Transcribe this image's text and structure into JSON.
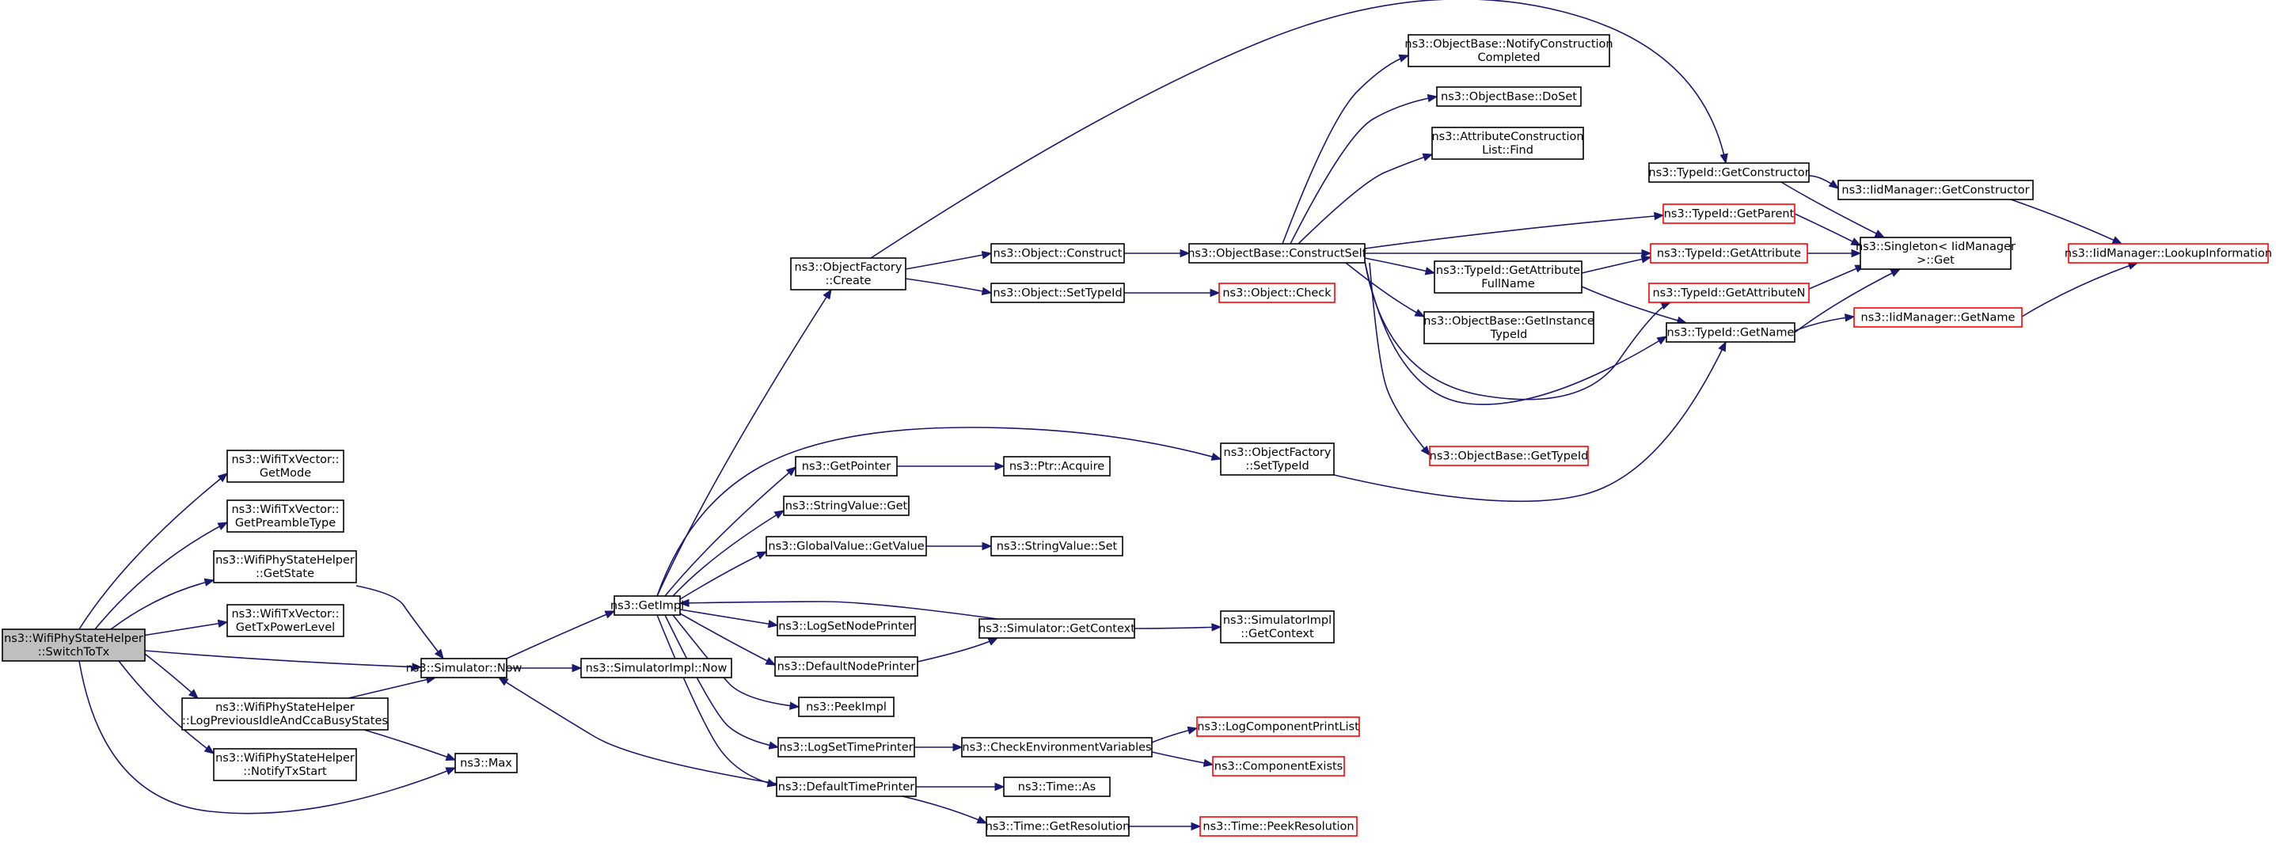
{
  "graph": {
    "nodes": [
      {
        "id": "switch",
        "lines": [
          "ns3::WifiPhyStateHelper",
          "::SwitchToTx"
        ],
        "style": "root"
      },
      {
        "id": "getmode",
        "lines": [
          "ns3::WifiTxVector::",
          "GetMode"
        ],
        "style": "normal"
      },
      {
        "id": "getpreamble",
        "lines": [
          "ns3::WifiTxVector::",
          "GetPreambleType"
        ],
        "style": "normal"
      },
      {
        "id": "getstate",
        "lines": [
          "ns3::WifiPhyStateHelper",
          "::GetState"
        ],
        "style": "normal"
      },
      {
        "id": "gettxpower",
        "lines": [
          "ns3::WifiTxVector::",
          "GetTxPowerLevel"
        ],
        "style": "normal"
      },
      {
        "id": "logprev",
        "lines": [
          "ns3::WifiPhyStateHelper",
          "::LogPreviousIdleAndCcaBusyStates"
        ],
        "style": "normal"
      },
      {
        "id": "notifytx",
        "lines": [
          "ns3::WifiPhyStateHelper",
          "::NotifyTxStart"
        ],
        "style": "normal"
      },
      {
        "id": "simnow",
        "lines": [
          "ns3::Simulator::Now"
        ],
        "style": "normal"
      },
      {
        "id": "max",
        "lines": [
          "ns3::Max"
        ],
        "style": "normal"
      },
      {
        "id": "getimpl",
        "lines": [
          "ns3::GetImpl"
        ],
        "style": "normal"
      },
      {
        "id": "simimplnow",
        "lines": [
          "ns3::SimulatorImpl::Now"
        ],
        "style": "normal"
      },
      {
        "id": "ofcreate",
        "lines": [
          "ns3::ObjectFactory",
          "::Create"
        ],
        "style": "normal"
      },
      {
        "id": "getpointer",
        "lines": [
          "ns3::GetPointer"
        ],
        "style": "normal"
      },
      {
        "id": "strget",
        "lines": [
          "ns3::StringValue::Get"
        ],
        "style": "normal"
      },
      {
        "id": "gvget",
        "lines": [
          "ns3::GlobalValue::GetValue"
        ],
        "style": "normal"
      },
      {
        "id": "logsetnode",
        "lines": [
          "ns3::LogSetNodePrinter"
        ],
        "style": "normal"
      },
      {
        "id": "defnode",
        "lines": [
          "ns3::DefaultNodePrinter"
        ],
        "style": "normal"
      },
      {
        "id": "peekimpl",
        "lines": [
          "ns3::PeekImpl"
        ],
        "style": "normal"
      },
      {
        "id": "logsettime",
        "lines": [
          "ns3::LogSetTimePrinter"
        ],
        "style": "normal"
      },
      {
        "id": "deftime",
        "lines": [
          "ns3::DefaultTimePrinter"
        ],
        "style": "normal"
      },
      {
        "id": "objconstruct",
        "lines": [
          "ns3::Object::Construct"
        ],
        "style": "normal"
      },
      {
        "id": "objsettypeid",
        "lines": [
          "ns3::Object::SetTypeId"
        ],
        "style": "normal"
      },
      {
        "id": "ptracquire",
        "lines": [
          "ns3::Ptr::Acquire"
        ],
        "style": "normal"
      },
      {
        "id": "strset",
        "lines": [
          "ns3::StringValue::Set"
        ],
        "style": "normal"
      },
      {
        "id": "simgetctx",
        "lines": [
          "ns3::Simulator::GetContext"
        ],
        "style": "normal"
      },
      {
        "id": "checkenv",
        "lines": [
          "ns3::CheckEnvironmentVariables"
        ],
        "style": "normal"
      },
      {
        "id": "timeas",
        "lines": [
          "ns3::Time::As"
        ],
        "style": "normal"
      },
      {
        "id": "timegetres",
        "lines": [
          "ns3::Time::GetResolution"
        ],
        "style": "normal"
      },
      {
        "id": "constructself",
        "lines": [
          "ns3::ObjectBase::ConstructSelf"
        ],
        "style": "normal"
      },
      {
        "id": "objcheck",
        "lines": [
          "ns3::Object::Check"
        ],
        "style": "red"
      },
      {
        "id": "ofsettypeid",
        "lines": [
          "ns3::ObjectFactory",
          "::SetTypeId"
        ],
        "style": "normal"
      },
      {
        "id": "simimplctx",
        "lines": [
          "ns3::SimulatorImpl",
          "::GetContext"
        ],
        "style": "normal"
      },
      {
        "id": "logcompprint",
        "lines": [
          "ns3::LogComponentPrintList"
        ],
        "style": "red"
      },
      {
        "id": "compexists",
        "lines": [
          "ns3::ComponentExists"
        ],
        "style": "red"
      },
      {
        "id": "peekres",
        "lines": [
          "ns3::Time::PeekResolution"
        ],
        "style": "red"
      },
      {
        "id": "notifyconst",
        "lines": [
          "ns3::ObjectBase::NotifyConstruction",
          "Completed"
        ],
        "style": "normal"
      },
      {
        "id": "doset",
        "lines": [
          "ns3::ObjectBase::DoSet"
        ],
        "style": "normal"
      },
      {
        "id": "attrfind",
        "lines": [
          "ns3::AttributeConstruction",
          "List::Find"
        ],
        "style": "normal"
      },
      {
        "id": "getattrfull",
        "lines": [
          "ns3::TypeId::GetAttribute",
          "FullName"
        ],
        "style": "normal"
      },
      {
        "id": "getinstance",
        "lines": [
          "ns3::ObjectBase::GetInstance",
          "TypeId"
        ],
        "style": "normal"
      },
      {
        "id": "obgettypeid",
        "lines": [
          "ns3::ObjectBase::GetTypeId"
        ],
        "style": "red"
      },
      {
        "id": "getconstructor",
        "lines": [
          "ns3::TypeId::GetConstructor"
        ],
        "style": "normal"
      },
      {
        "id": "getparent",
        "lines": [
          "ns3::TypeId::GetParent"
        ],
        "style": "red"
      },
      {
        "id": "getattribute",
        "lines": [
          "ns3::TypeId::GetAttribute"
        ],
        "style": "red"
      },
      {
        "id": "getattributen",
        "lines": [
          "ns3::TypeId::GetAttributeN"
        ],
        "style": "red"
      },
      {
        "id": "getname",
        "lines": [
          "ns3::TypeId::GetName"
        ],
        "style": "normal"
      },
      {
        "id": "iidgetctor",
        "lines": [
          "ns3::IidManager::GetConstructor"
        ],
        "style": "normal"
      },
      {
        "id": "singleton",
        "lines": [
          "ns3::Singleton< IidManager",
          ">::Get"
        ],
        "style": "normal"
      },
      {
        "id": "iidgetname",
        "lines": [
          "ns3::IidManager::GetName"
        ],
        "style": "red"
      },
      {
        "id": "lookup",
        "lines": [
          "ns3::IidManager::LookupInformation"
        ],
        "style": "red"
      }
    ]
  }
}
